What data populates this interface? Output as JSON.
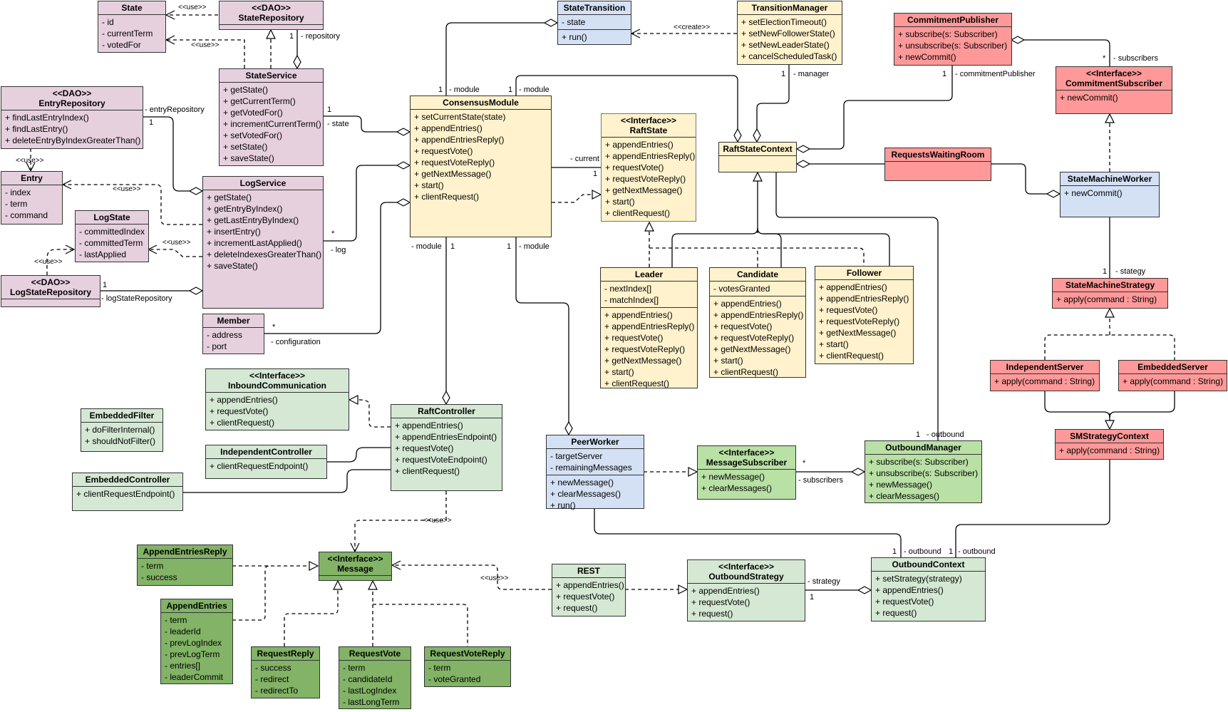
{
  "diagram": {
    "type": "UML class diagram",
    "colors": {
      "persistence": "#e6d0de",
      "consensus": "#fff2cc",
      "workers": "#d4e1f5",
      "state_machine": "#ff9999",
      "communication": "#d5e8d4",
      "subscription": "#b9e0a5",
      "messages": "#82b366"
    },
    "classes": {
      "state": {
        "name": "State",
        "attributes": [
          "- id",
          "- currentTerm",
          "- votedFor"
        ]
      },
      "state_repository": {
        "stereotype": "<<DAO>>",
        "name": "StateRepository"
      },
      "state_service": {
        "name": "StateService",
        "methods": [
          "+ getState()",
          "+ getCurrentTerm()",
          "+ getVotedFor()",
          "+ incrementCurrentTerm()",
          "+ setVotedFor()",
          "+ setState()",
          "+ saveState()"
        ]
      },
      "entry_repository": {
        "stereotype": "<<DAO>>",
        "name": "EntryRepository",
        "methods": [
          "+ findLastEntryIndex()",
          "+ findLastEntry()",
          "+ deleteEntryByIndexGreaterThan()"
        ]
      },
      "entry": {
        "name": "Entry",
        "attributes": [
          "- index",
          "- term",
          "- command"
        ]
      },
      "log_state": {
        "name": "LogState",
        "attributes": [
          "- committedIndex",
          "- committedTerm",
          "- lastApplied"
        ]
      },
      "log_state_repository": {
        "stereotype": "<<DAO>>",
        "name": "LogStateRepository"
      },
      "log_service": {
        "name": "LogService",
        "methods": [
          "+ getState()",
          "+ getEntryByIndex()",
          "+ getLastEntryByIndex()",
          "+ insertEntry()",
          "+ incrementLastApplied()",
          "+ deleteIndexesGreaterThan()",
          "+ saveState()"
        ]
      },
      "member": {
        "name": "Member",
        "attributes": [
          "- address",
          "- port"
        ]
      },
      "state_transition": {
        "name": "StateTransition",
        "attributes": [
          "- state"
        ],
        "methods": [
          "+ run()"
        ]
      },
      "transition_manager": {
        "name": "TransitionManager",
        "methods": [
          "+ setElectionTimeout()",
          "+ setNewFollowerState()",
          "+ setNewLeaderState()",
          "+ cancelScheduledTask()"
        ]
      },
      "commitment_publisher": {
        "name": "CommitmentPublisher",
        "methods": [
          "+ subscribe(s: Subscriber)",
          "+ unsubscribe(s: Subscriber)",
          "+ newCommit()"
        ]
      },
      "commitment_subscriber": {
        "stereotype": "<<Interface>>",
        "name": "CommitmentSubscriber",
        "methods": [
          "+ newCommit()"
        ]
      },
      "consensus_module": {
        "name": "ConsensusModule",
        "methods": [
          "+ setCurrentState(state)",
          "+ appendEntries()",
          "+ appendEntriesReply()",
          "+ requestVote()",
          "+ requestVoteReply()",
          "+ getNextMessage()",
          "+ start()",
          "+ clientRequest()"
        ]
      },
      "raft_state": {
        "stereotype": "<<Interface>>",
        "name": "RaftState",
        "methods": [
          "+ appendEntries()",
          "+ appendEntriesReply()",
          "+ requestVote()",
          "+ requestVoteReply()",
          "+ getNextMessage()",
          "+ start()",
          "+ clientRequest()"
        ]
      },
      "raft_state_context": {
        "name": "RaftStateContext"
      },
      "requests_waiting_room": {
        "name": "RequestsWaitingRoom"
      },
      "state_machine_worker": {
        "name": "StateMachineWorker",
        "methods": [
          "+ newCommit()"
        ]
      },
      "leader": {
        "name": "Leader",
        "attributes": [
          "- nextIndex[]",
          "- matchIndex[]"
        ],
        "methods": [
          "+ appendEntries()",
          "+ appendEntriesReply()",
          "+ requestVote()",
          "+ requestVoteReply()",
          "+ getNextMessage()",
          "+ start()",
          "+ clientRequest()"
        ]
      },
      "candidate": {
        "name": "Candidate",
        "attributes": [
          "- votesGranted"
        ],
        "methods": [
          "+ appendEntries()",
          "+ appendEntriesReply()",
          "+ requestVote()",
          "+ requestVoteReply()",
          "+ getNextMessage()",
          "+ start()",
          "+ clientRequest()"
        ]
      },
      "follower": {
        "name": "Follower",
        "methods": [
          "+ appendEntries()",
          "+ appendEntriesReply()",
          "+ requestVote()",
          "+ requestVoteReply()",
          "+ getNextMessage()",
          "+ start()",
          "+ clientRequest()"
        ]
      },
      "state_machine_strategy": {
        "name": "StateMachineStrategy",
        "methods": [
          "+ apply(command : String)"
        ]
      },
      "independent_server": {
        "name": "IndependentServer",
        "methods": [
          "+ apply(command : String)"
        ]
      },
      "embedded_server": {
        "name": "EmbeddedServer",
        "methods": [
          "+ apply(command : String)"
        ]
      },
      "sm_strategy_context": {
        "name": "SMStrategyContext",
        "methods": [
          "+ apply(command : String)"
        ]
      },
      "inbound_communication": {
        "stereotype": "<<Interface>>",
        "name": "InboundCommunication",
        "methods": [
          "+ appendEntries()",
          "+ requestVote()",
          "+ clientRequest()"
        ]
      },
      "embedded_filter": {
        "name": "EmbeddedFilter",
        "methods": [
          "+ doFilterInternal()",
          "+ shouldNotFilter()"
        ]
      },
      "independent_controller": {
        "name": "IndependentController",
        "methods": [
          "+ clientRequestEndpoint()"
        ]
      },
      "embedded_controller": {
        "name": "EmbeddedController",
        "methods": [
          "+ clientRequestEndpoint()"
        ]
      },
      "raft_controller": {
        "name": "RaftController",
        "methods": [
          "+ appendEntries()",
          "+ appendEntriesEndpoint()",
          "+ requestVote()",
          "+ requestVoteEndpoint()",
          "+ clientRequest()"
        ]
      },
      "peer_worker": {
        "name": "PeerWorker",
        "attributes": [
          "- targetServer",
          "- remainingMessages"
        ],
        "methods": [
          "+ newMessage()",
          "+ clearMessages()",
          "+ run()"
        ]
      },
      "message_subscriber": {
        "stereotype": "<<Interface>>",
        "name": "MessageSubscriber",
        "methods": [
          "+ newMessage()",
          "+ clearMessages()"
        ]
      },
      "outbound_manager": {
        "name": "OutboundManager",
        "methods": [
          "+ subscribe(s: Subscriber)",
          "+ unsubscribe(s: Subscriber)",
          "+ newMessage()",
          "+ clearMessages()"
        ]
      },
      "append_entries_reply": {
        "name": "AppendEntriesReply",
        "attributes": [
          "- term",
          "- success"
        ]
      },
      "append_entries": {
        "name": "AppendEntries",
        "attributes": [
          "- term",
          "- leaderId",
          "- prevLogIndex",
          "- prevLogTerm",
          "- entries[]",
          "- leaderCommit"
        ]
      },
      "message": {
        "stereotype": "<<Interface>>",
        "name": "Message"
      },
      "request_reply": {
        "name": "RequestReply",
        "attributes": [
          "- success",
          "- redirect",
          "- redirectTo"
        ]
      },
      "request_vote": {
        "name": "RequestVote",
        "attributes": [
          "- term",
          "- candidateId",
          "- lastLogIndex",
          "- lastLongTerm"
        ]
      },
      "request_vote_reply": {
        "name": "RequestVoteReply",
        "attributes": [
          "- term",
          "- voteGranted"
        ]
      },
      "rest": {
        "name": "REST",
        "methods": [
          "+ appendEntries()",
          "+ requestVote()",
          "+ request()"
        ]
      },
      "outbound_strategy": {
        "stereotype": "<<Interface>>",
        "name": "OutboundStrategy",
        "methods": [
          "+ appendEntries()",
          "+ requestVote()",
          "+ request()"
        ]
      },
      "outbound_context": {
        "name": "OutboundContext",
        "methods": [
          "+ setStrategy(strategy)",
          "+ appendEntries()",
          "+ requestVote()",
          "+ request()"
        ]
      }
    },
    "labels": {
      "use": "<<use>>",
      "create": "<<create>>",
      "one": "1",
      "many": "*",
      "repository": "- repository",
      "entry_repository": "- entryRepository",
      "state": "- state",
      "log": "- log",
      "log_state_repository": "- logStateRepository",
      "configuration": "- configuration",
      "module": "- module",
      "current": "- current",
      "manager": "- manager",
      "commitment_publisher": "- commitmentPublisher",
      "subscribers": "- subscribers",
      "strategy_typo": "- stategy",
      "outbound": "- outbound",
      "strategy": "- strategy"
    }
  }
}
